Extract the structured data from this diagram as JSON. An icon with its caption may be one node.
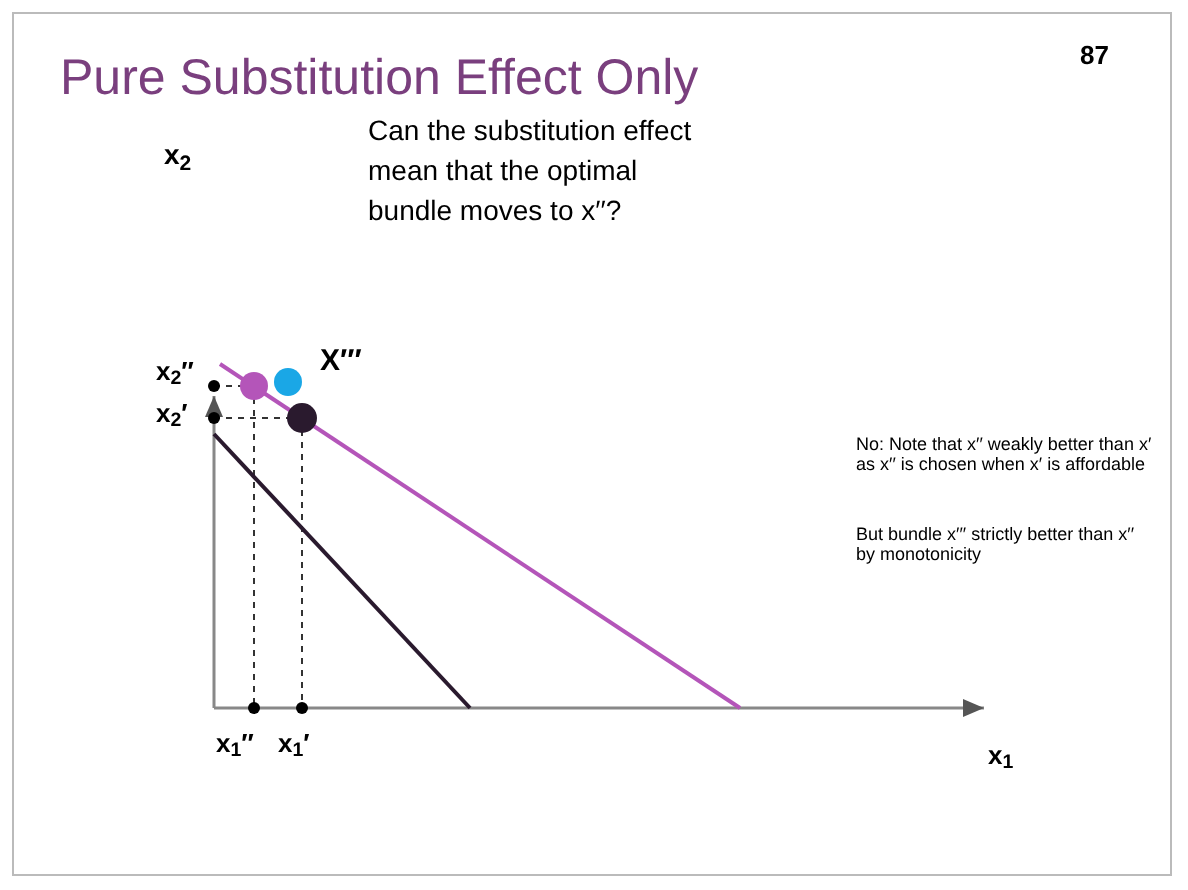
{
  "diagram": {
    "title": "Pure Substitution Effect Only",
    "labels": [
      "87",
      "x$_{2}$",
      "Can the substitution effect mean that the optimal bundle moves to x′′?",
      "x$_{2}$′′",
      "X′′′",
      "x$_{2}$′",
      "No: Note that x′′ weakly better than x′ as x′′ is chosen when x′ is affordable",
      "But bundle x′′′ strictly better than x′′ by monotonicity",
      "x$_{1}$′′",
      "x$_{1}$′",
      "x$_{1}$"
    ]
  }
}
